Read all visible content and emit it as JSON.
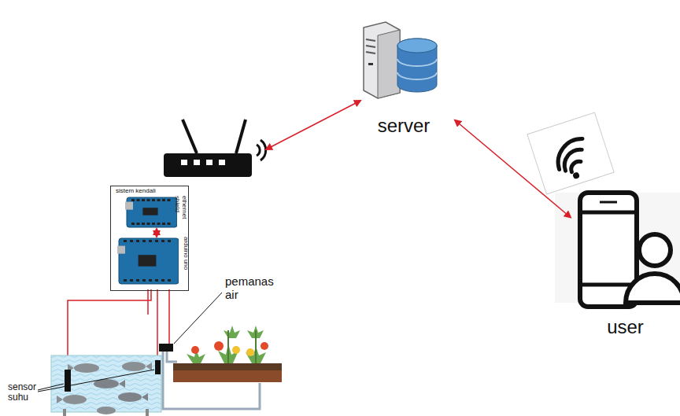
{
  "diagram": {
    "nodes": [
      {
        "text": [
          "server"
        ]
      },
      {
        "text": [
          "user"
        ]
      },
      {
        "text": [
          "sistem kendali"
        ]
      },
      {
        "text": [
          "ethernet shield"
        ],
        "in": 2
      },
      {
        "text": [
          "arduino uno"
        ],
        "in": 2
      }
    ],
    "edges": [
      {
        "from": 0,
        "to": 1,
        "arrow": "both"
      },
      {
        "from": 3,
        "to": 4,
        "arrow": "both"
      }
    ],
    "labels": [
      "pemanas air",
      "sensor suhu"
    ]
  }
}
